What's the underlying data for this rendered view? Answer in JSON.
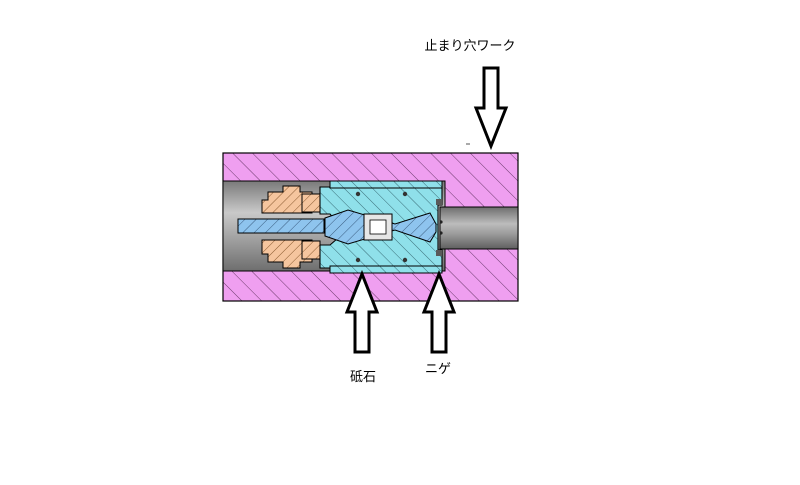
{
  "labels": {
    "workpiece": "止まり穴ワーク",
    "stone": "砥石",
    "relief": "ニゲ"
  },
  "colors": {
    "workpiece_fill": "#ef9ff0",
    "bore_fill": "#9b9b9b",
    "bearing_fill": "#f5c59e",
    "stone_body_fill": "#8fe0ea",
    "shaft_fill": "#8ec4ee",
    "hatch": "#555555",
    "outline": "#000000"
  }
}
